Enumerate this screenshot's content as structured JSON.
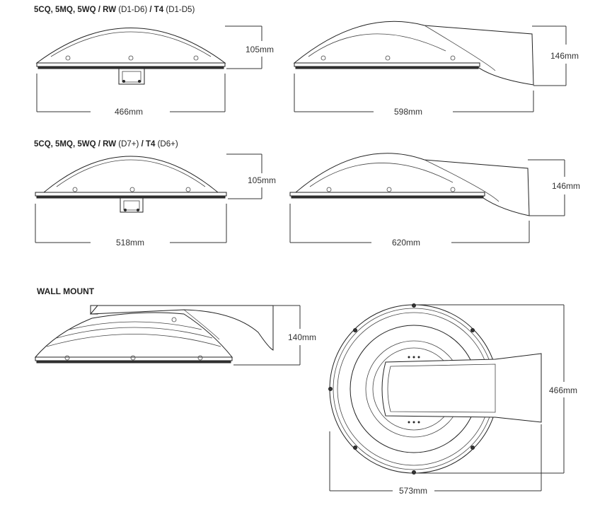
{
  "headings": {
    "group1": {
      "models": "5CQ, 5MQ, 5WQ / RW",
      "rw_range": "(D1-D6)",
      "sep": "/ T4",
      "t4_range": "(D1-D5)"
    },
    "group2": {
      "models": "5CQ, 5MQ, 5WQ / RW",
      "rw_range": "(D7+)",
      "sep": "/ T4",
      "t4_range": "(D6+)"
    },
    "wall": "WALL MOUNT"
  },
  "dimensions": {
    "g1_front_height": "105mm",
    "g1_front_width": "466mm",
    "g1_side_height": "146mm",
    "g1_side_width": "598mm",
    "g2_front_height": "105mm",
    "g2_front_width": "518mm",
    "g2_side_height": "146mm",
    "g2_side_width": "620mm",
    "wall_side_height": "140mm",
    "wall_top_height": "466mm",
    "wall_top_width": "573mm"
  }
}
